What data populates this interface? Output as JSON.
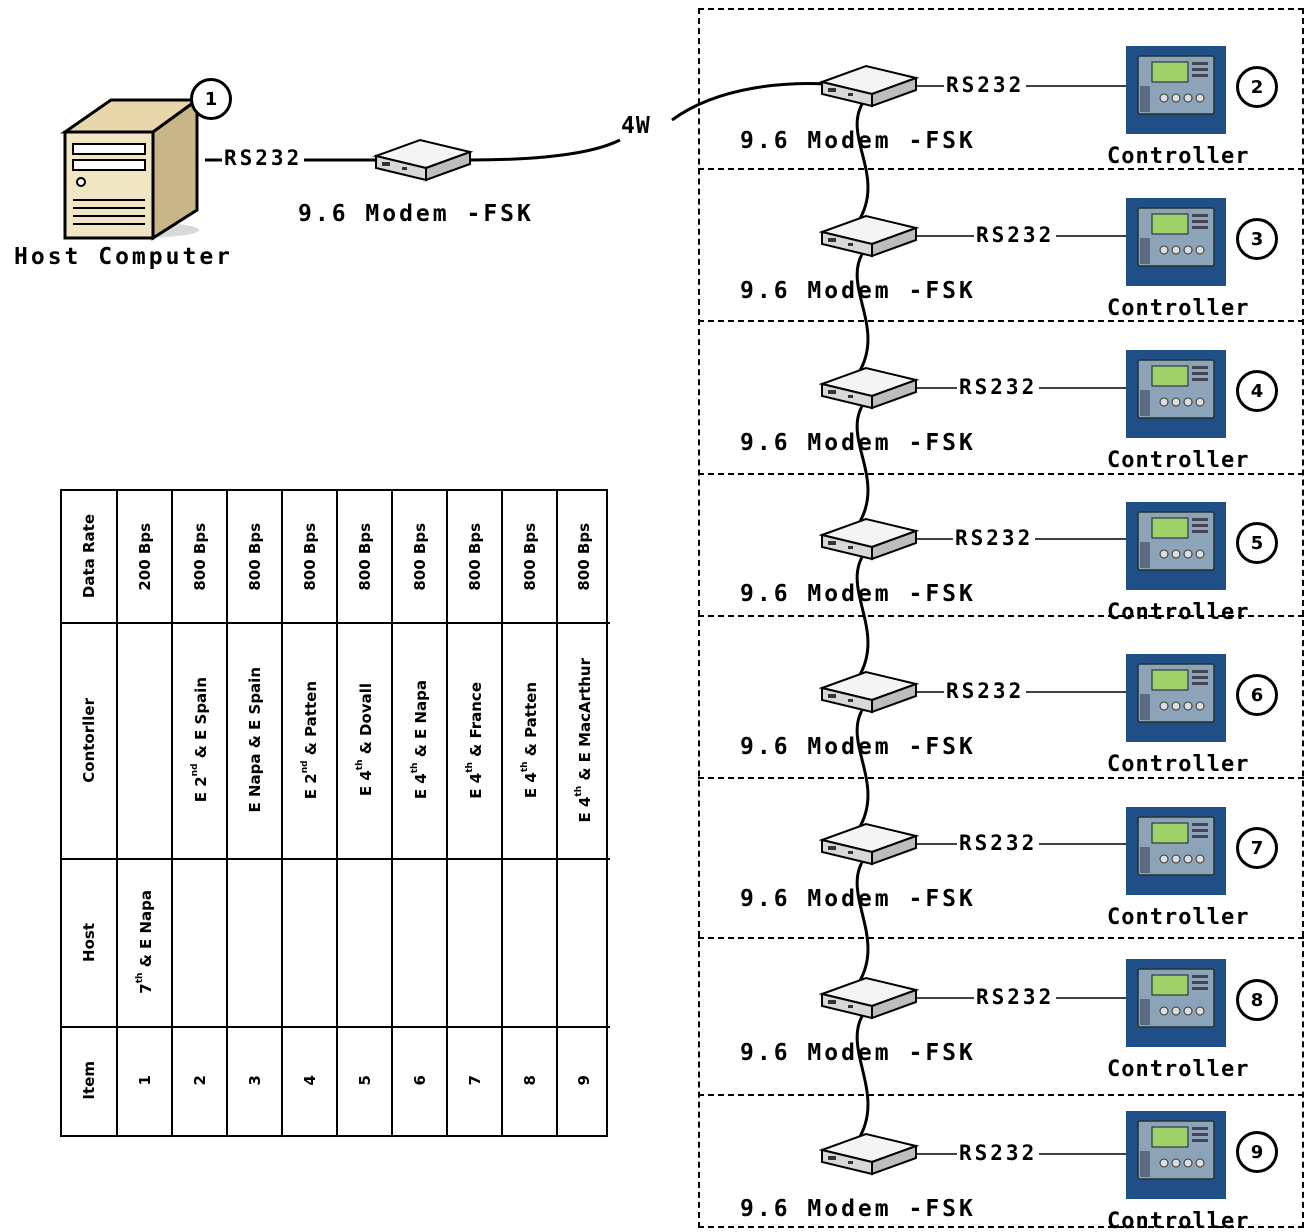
{
  "host": {
    "label": "Host Computer",
    "badge": "1"
  },
  "host_link": {
    "interface": "RS232",
    "modem_label": "9.6 Modem -FSK"
  },
  "line_label": "4W",
  "drops": [
    {
      "badge": "2",
      "modem_label": "9.6 Modem -FSK",
      "interface": "RS232",
      "controller_label": "Controller"
    },
    {
      "badge": "3",
      "modem_label": "9.6 Modem -FSK",
      "interface": "RS232",
      "controller_label": "Controller"
    },
    {
      "badge": "4",
      "modem_label": "9.6 Modem -FSK",
      "interface": "RS232",
      "controller_label": "Controller"
    },
    {
      "badge": "5",
      "modem_label": "9.6 Modem -FSK",
      "interface": "RS232",
      "controller_label": "Controller"
    },
    {
      "badge": "6",
      "modem_label": "9.6 Modem -FSK",
      "interface": "RS232",
      "controller_label": "Controller"
    },
    {
      "badge": "7",
      "modem_label": "9.6 Modem -FSK",
      "interface": "RS232",
      "controller_label": "Controller"
    },
    {
      "badge": "8",
      "modem_label": "9.6 Modem -FSK",
      "interface": "RS232",
      "controller_label": "Controller"
    },
    {
      "badge": "9",
      "modem_label": "9.6 Modem -FSK",
      "interface": "RS232",
      "controller_label": "Controller"
    }
  ],
  "table": {
    "headers": {
      "item": "Item",
      "host": "Host",
      "controller": "Contorller",
      "rate": "Data Rate"
    },
    "rows": [
      {
        "item": "1",
        "host": {
          "pre": "7",
          "sup": "th",
          "post": " & E Napa"
        },
        "controller": {
          "pre": "",
          "sup": "",
          "post": ""
        },
        "rate": "200 Bps"
      },
      {
        "item": "2",
        "host": {
          "pre": "",
          "sup": "",
          "post": ""
        },
        "controller": {
          "pre": "E 2",
          "sup": "nd",
          "post": " & E Spain"
        },
        "rate": "800 Bps"
      },
      {
        "item": "3",
        "host": {
          "pre": "",
          "sup": "",
          "post": ""
        },
        "controller": {
          "pre": "E Napa & E Spain",
          "sup": "",
          "post": ""
        },
        "rate": "800 Bps"
      },
      {
        "item": "4",
        "host": {
          "pre": "",
          "sup": "",
          "post": ""
        },
        "controller": {
          "pre": "E 2",
          "sup": "nd",
          "post": " & Patten"
        },
        "rate": "800 Bps"
      },
      {
        "item": "5",
        "host": {
          "pre": "",
          "sup": "",
          "post": ""
        },
        "controller": {
          "pre": "E 4",
          "sup": "th",
          "post": " & Dovall"
        },
        "rate": "800 Bps"
      },
      {
        "item": "6",
        "host": {
          "pre": "",
          "sup": "",
          "post": ""
        },
        "controller": {
          "pre": "E 4",
          "sup": "th",
          "post": " & E Napa"
        },
        "rate": "800 Bps"
      },
      {
        "item": "7",
        "host": {
          "pre": "",
          "sup": "",
          "post": ""
        },
        "controller": {
          "pre": "E 4",
          "sup": "th",
          "post": " & France"
        },
        "rate": "800 Bps"
      },
      {
        "item": "8",
        "host": {
          "pre": "",
          "sup": "",
          "post": ""
        },
        "controller": {
          "pre": "E 4",
          "sup": "th",
          "post": " & Patten"
        },
        "rate": "800 Bps"
      },
      {
        "item": "9",
        "host": {
          "pre": "",
          "sup": "",
          "post": ""
        },
        "controller": {
          "pre": "E 4",
          "sup": "th",
          "post": " & E MacArthur"
        },
        "rate": "800 Bps"
      }
    ]
  },
  "colors": {
    "controller_bg": "#1f4f86",
    "controller_screen": "#9fd06a",
    "panel": "#8da3b8",
    "modem": "#f2f2f2",
    "line": "#000000"
  }
}
